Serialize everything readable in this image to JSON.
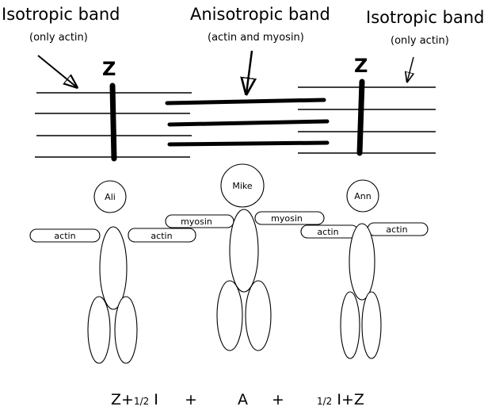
{
  "bands": {
    "left": {
      "title": "Isotropic band",
      "subtitle": "(only actin)"
    },
    "center": {
      "title": "Anisotropic band",
      "subtitle": "(actin and myosin)"
    },
    "right": {
      "title": "Isotropic band",
      "subtitle": "(only actin)"
    }
  },
  "z_lines": {
    "left": "Z",
    "right": "Z"
  },
  "figures": [
    {
      "name": "Ali",
      "left_arm": "actin",
      "right_arm": "actin"
    },
    {
      "name": "Mike",
      "left_arm": "myosin",
      "right_arm": "myosin"
    },
    {
      "name": "Ann",
      "left_arm": "actin",
      "right_arm": "actin"
    }
  ],
  "formula": {
    "left": {
      "z": "Z+",
      "half": "1/2",
      "i": " I"
    },
    "plus1": "+",
    "center": "A",
    "plus2": "+",
    "right": {
      "half": "1/2",
      "iz": " I+Z"
    }
  }
}
